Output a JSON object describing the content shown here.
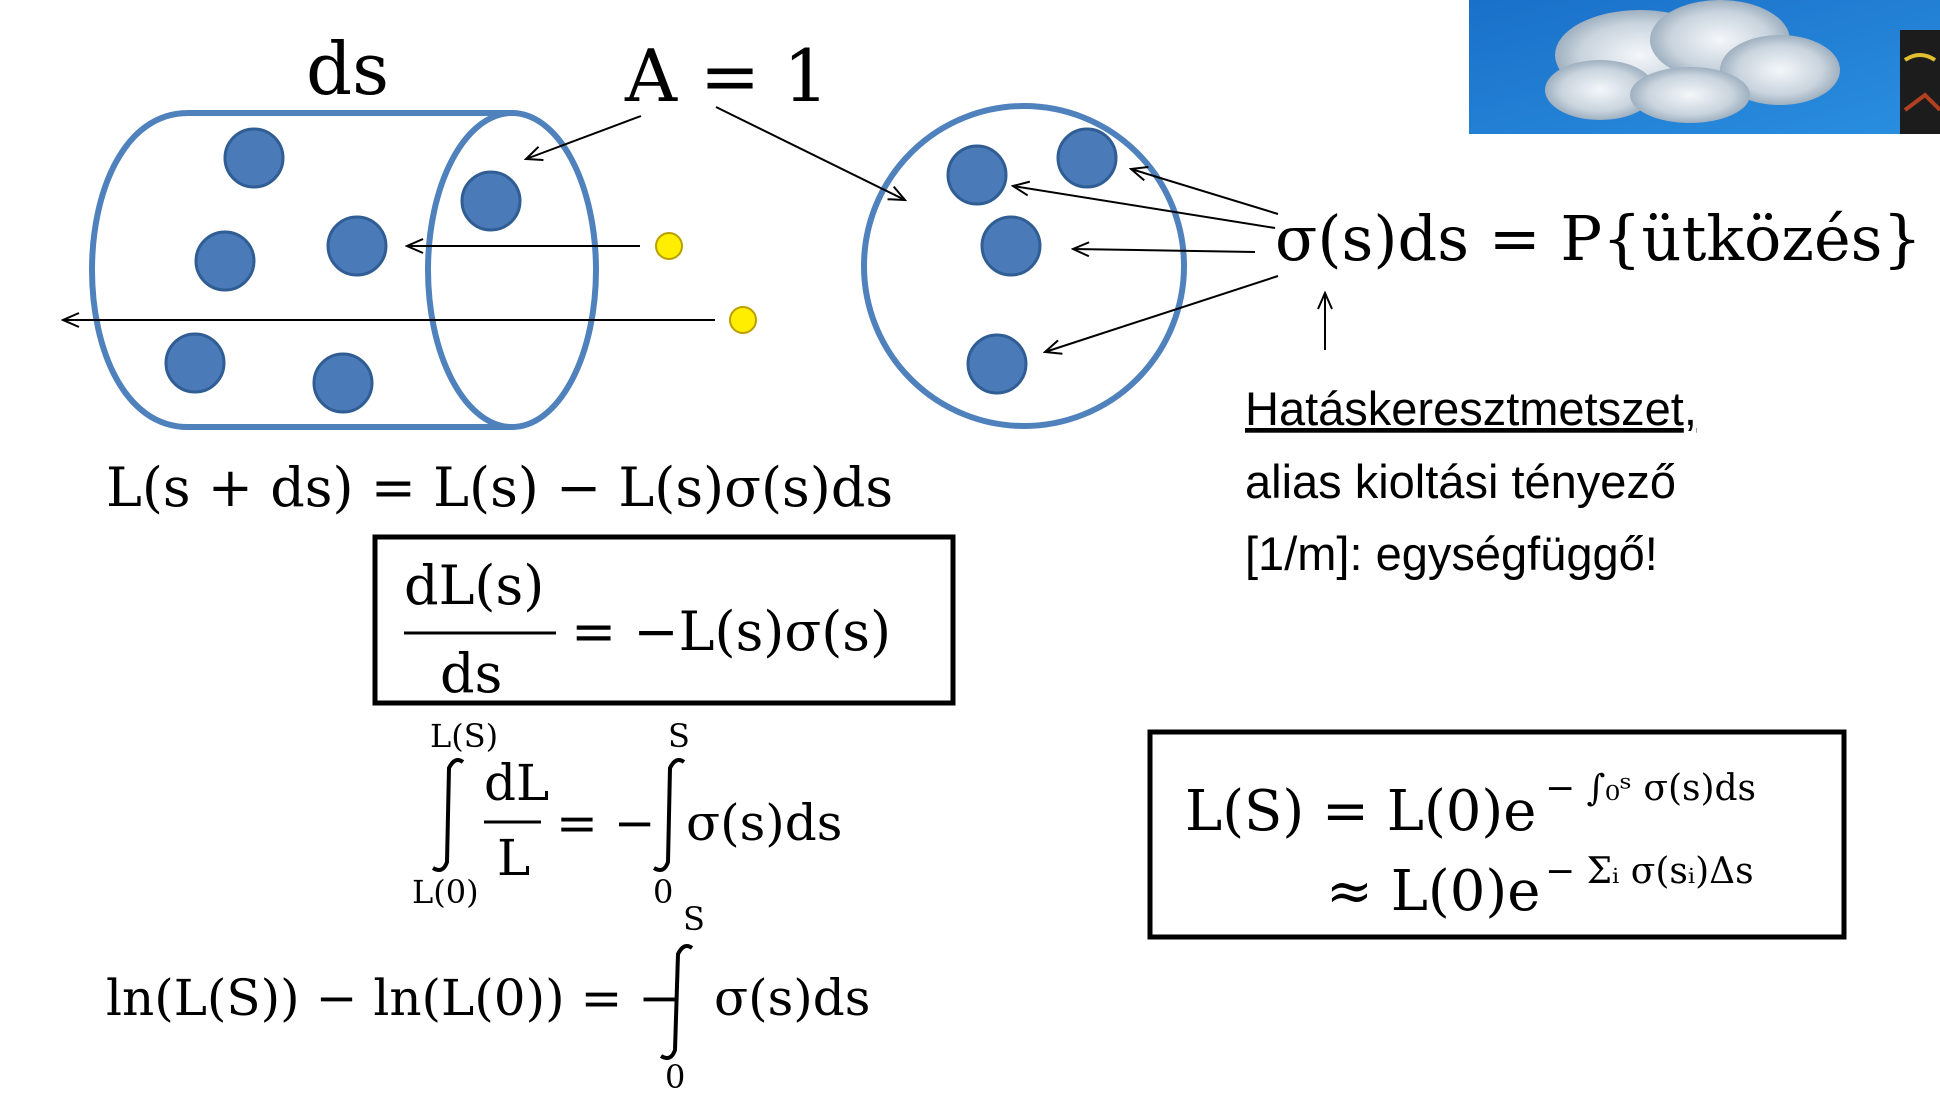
{
  "colors": {
    "particle_blue": "#4a7ab8",
    "outline_blue": "#4f81bd",
    "photon_yellow": "#ffee00",
    "arrow": "#000000",
    "cloud_sky": "#1f7fd4"
  },
  "icons": {
    "cloud_thumbnail": "cloud-image-icon"
  },
  "labels": {
    "ds_top": "ds",
    "area": "A = 1",
    "sigma_prob": "σ(s)ds = P{ütközés}",
    "cross_section_term": "Hatáskeresztmetszet",
    "cross_section_comma": ",",
    "alias_line": "alias kioltási tényező",
    "unit_line": "[1/m]: egységfüggő!"
  },
  "equations": {
    "eq1": "L(s + ds) = L(s) − L(s)σ(s)ds",
    "deriv_num": "dL(s)",
    "deriv_den": "ds",
    "deriv_rhs": "= −L(s)σ(s)",
    "int_upper_left": "L(S)",
    "int_lower_left": "L(0)",
    "int_frac_num": "dL",
    "int_frac_den": "L",
    "int_rhs_eq": "= −",
    "int_upper_right": "S",
    "int_lower_right": "0",
    "int_rhs_body": "σ(s)ds",
    "ln_lhs": "ln(L(S)) − ln(L(0)) = −",
    "ln_upper": "S",
    "ln_lower": "0",
    "ln_body": "σ(s)ds",
    "final_line1_base": "L(S) = L(0)e",
    "final_line1_exp": "− ∫₀ˢ σ(s)ds",
    "final_line2_base": "≈ L(0)e",
    "final_line2_exp": "− Σᵢ σ(sᵢ)Δs"
  }
}
